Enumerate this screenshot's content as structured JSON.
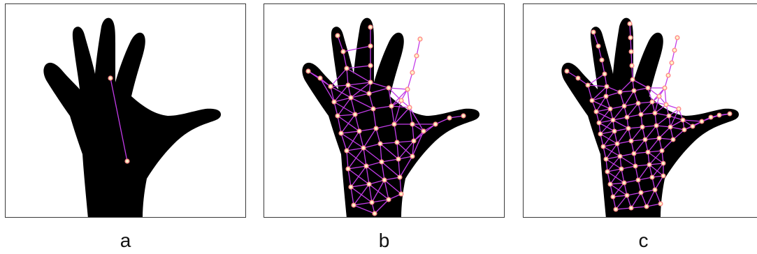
{
  "panels": [
    {
      "id": "a",
      "label": "a"
    },
    {
      "id": "b",
      "label": "b"
    },
    {
      "id": "c",
      "label": "c"
    }
  ],
  "colors": {
    "hand": "#000000",
    "edge": "#c23be8",
    "node_fill": "#fff3c9",
    "node_glow": "#ff8a8a",
    "frame": "#3a3a3a",
    "background": "#ffffff"
  }
}
